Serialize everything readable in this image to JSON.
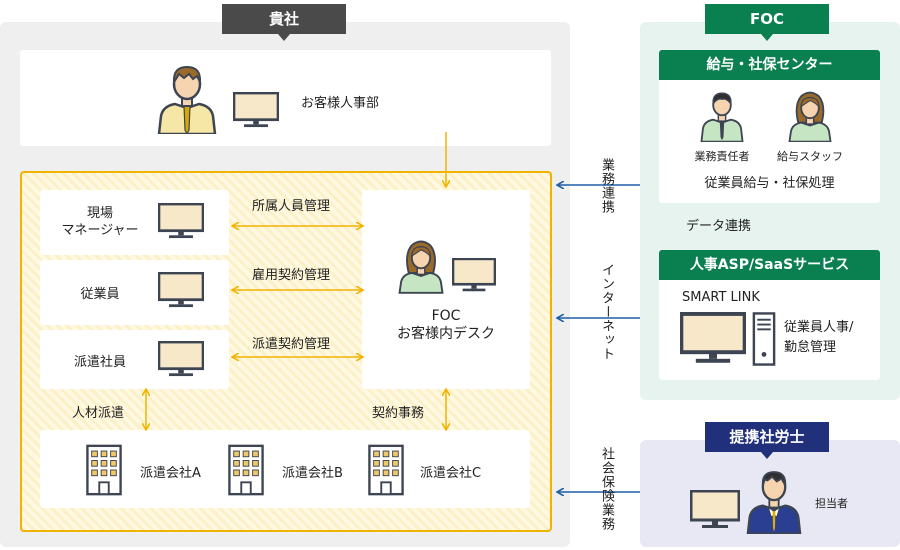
{
  "client": {
    "tag": "貴社",
    "hr_dept": "お客様人事部",
    "rows": [
      {
        "label_line1": "現場",
        "label_line2": "マネージャー",
        "flow": "所属人員管理"
      },
      {
        "label_line1": "従業員",
        "label_line2": "",
        "flow": "雇用契約管理"
      },
      {
        "label_line1": "派遣社員",
        "label_line2": "",
        "flow": "派遣契約管理"
      }
    ],
    "desk_line1": "FOC",
    "desk_line2": "お客様内デスク",
    "staffing_flow": "人材派遣",
    "contract_flow": "契約事務",
    "agencies": [
      "派遣会社A",
      "派遣会社B",
      "派遣会社C"
    ]
  },
  "links": {
    "business": "業務連携",
    "internet": "インターネット",
    "social_insurance": "社会保険業務"
  },
  "foc": {
    "tag": "FOC",
    "center_title": "給与・社保センター",
    "manager": "業務責任者",
    "staff": "給与スタッフ",
    "processing": "従業員給与・社保処理",
    "data_link": "データ連携",
    "asp_title": "人事ASP/SaaSサービス",
    "product": "SMART LINK",
    "asp_line1": "従業員人事/",
    "asp_line2": "勤怠管理"
  },
  "partner": {
    "tag": "提携社労士",
    "person": "担当者"
  },
  "colors": {
    "gold": "#f2b300",
    "green": "#0a7f50",
    "navy": "#20307a",
    "link_blue": "#1d5fa8",
    "monitor_frame": "#3d4452",
    "screen": "#f6e8c8"
  }
}
